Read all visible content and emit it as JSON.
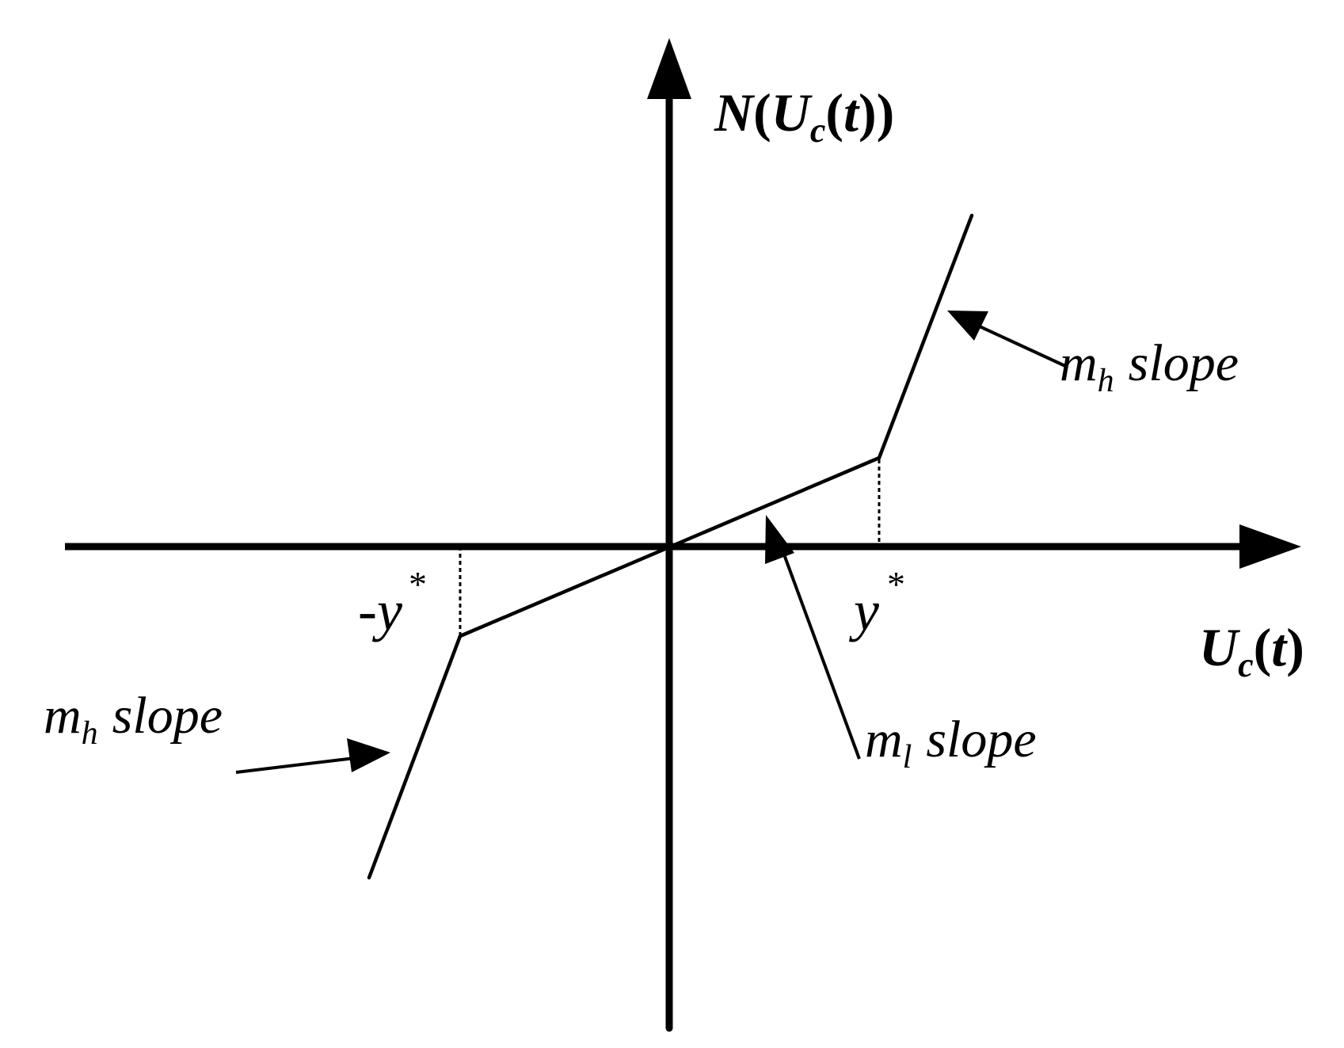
{
  "diagram": {
    "y_axis_label": {
      "a": "N",
      "b": "(",
      "c": "U",
      "sub": "c",
      "d": "(",
      "e": "t",
      "f": "))"
    },
    "x_axis_label": {
      "a": "U",
      "sub": "c",
      "b": "(",
      "c": "t",
      "d": ")"
    },
    "neg_break_label": {
      "main": "-y",
      "sup": "*"
    },
    "pos_break_label": {
      "main": "y",
      "sup": "*"
    },
    "upper_slope_label": {
      "m": "m",
      "sub": "h",
      "text": "slope"
    },
    "lower_slope_label": {
      "m": "m",
      "sub": "h",
      "text": "slope"
    },
    "middle_slope_label": {
      "m": "m",
      "sub": "l",
      "text": "slope"
    },
    "line_color": "#000000"
  }
}
